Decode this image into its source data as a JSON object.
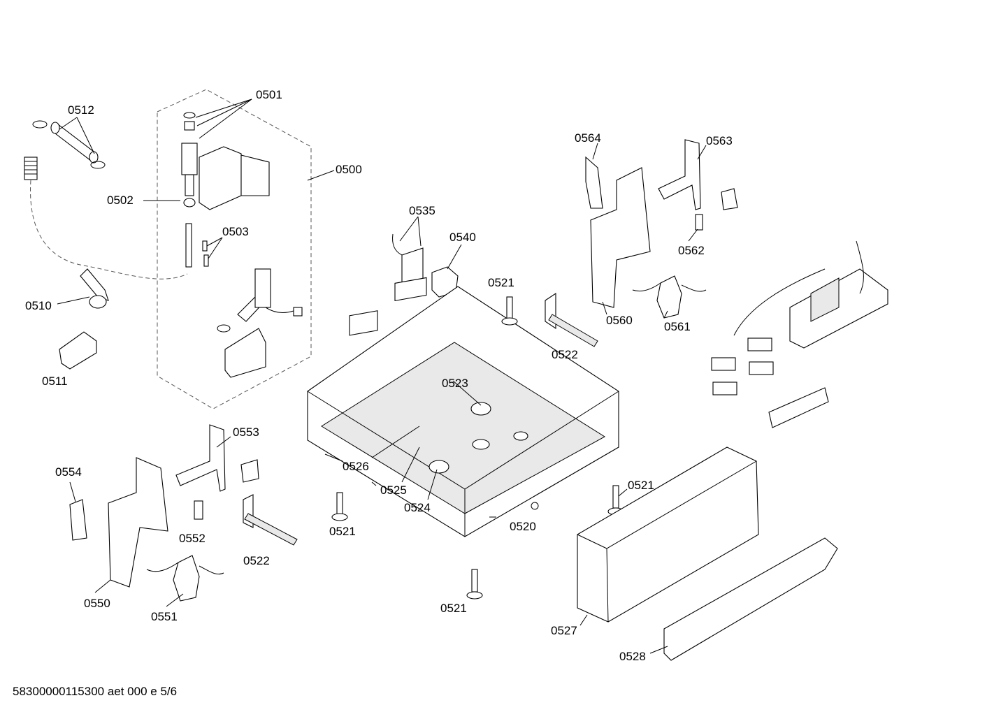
{
  "labels": {
    "p0500": "0500",
    "p0501": "0501",
    "p0502": "0502",
    "p0503": "0503",
    "p0510": "0510",
    "p0511": "0511",
    "p0512": "0512",
    "p0520": "0520",
    "p0521": "0521",
    "p0522": "0522",
    "p0523": "0523",
    "p0524": "0524",
    "p0525": "0525",
    "p0526": "0526",
    "p0527": "0527",
    "p0528": "0528",
    "p0535": "0535",
    "p0540": "0540",
    "p0550": "0550",
    "p0551": "0551",
    "p0552": "0552",
    "p0553": "0553",
    "p0554": "0554",
    "p0560": "0560",
    "p0561": "0561",
    "p0562": "0562",
    "p0563": "0563",
    "p0564": "0564"
  },
  "footer": "58300000115300 aet 000 e 5/6",
  "colors": {
    "line": "#000000",
    "background": "#ffffff",
    "shade": "#e9e9e9"
  }
}
